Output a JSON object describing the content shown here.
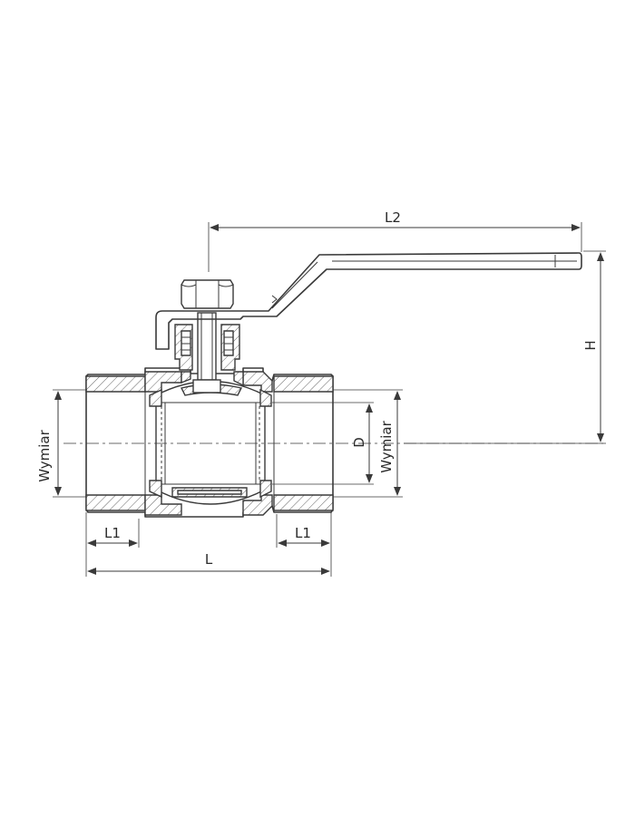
{
  "drawing": {
    "subject": "ball-valve-section",
    "labels": {
      "L2": "L2",
      "H": "H",
      "D": "D",
      "wymiar_left": "Wymiar",
      "wymiar_right": "Wymiar",
      "L1_left": "L1",
      "L1_right": "L1",
      "L": "L"
    },
    "colors": {
      "line": "#3a3a3a",
      "background": "#ffffff"
    }
  }
}
